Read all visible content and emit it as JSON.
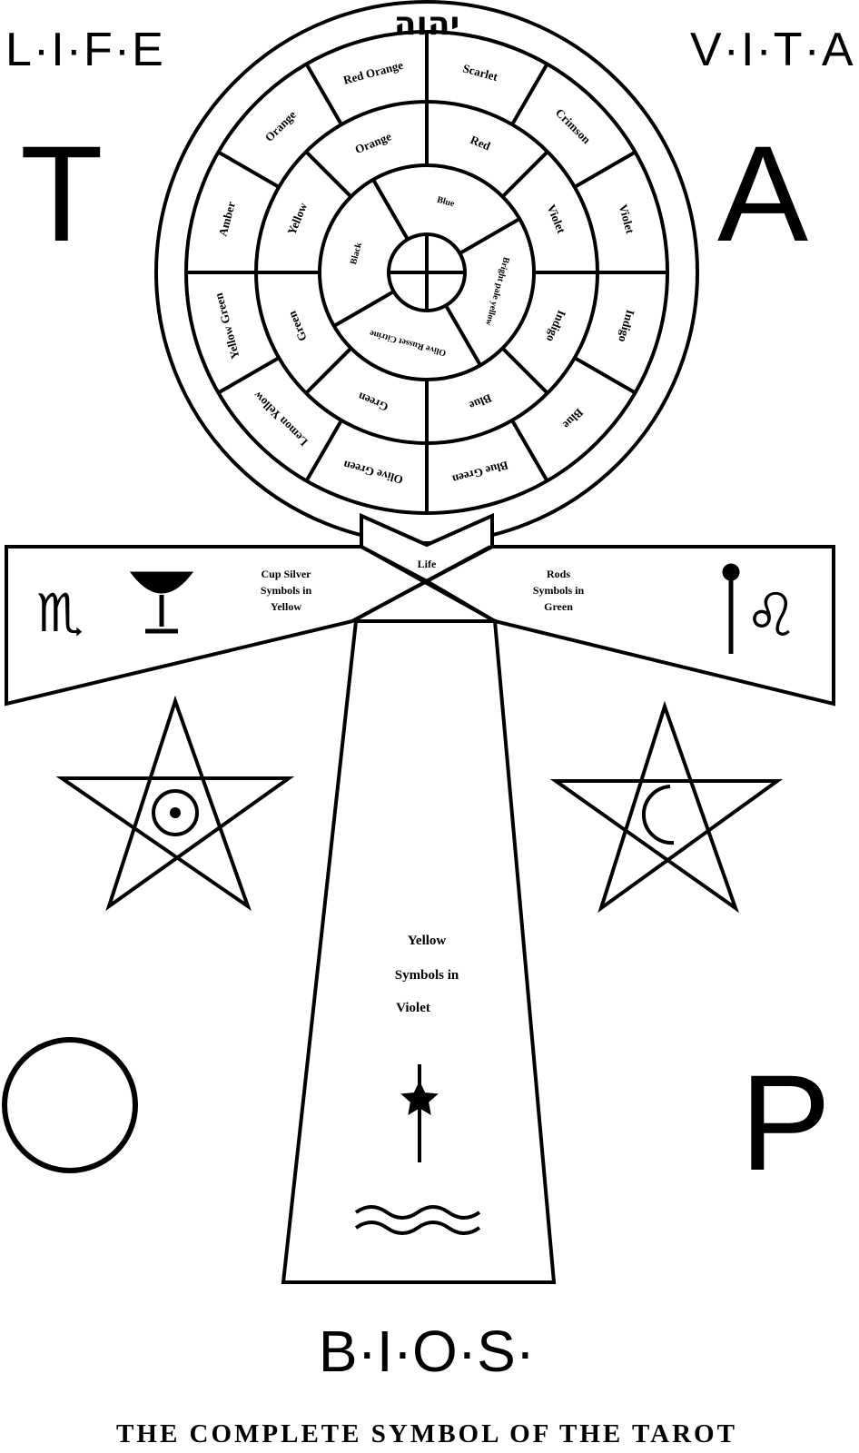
{
  "corners": {
    "top_left": "L·I·F·E",
    "top_right": "V·I·T·A·",
    "bottom": "B·I·O·S·"
  },
  "letters": {
    "t": "T",
    "a": "A",
    "o": "O",
    "p": "P"
  },
  "hebrew_top": "יהוה",
  "wheel": {
    "outer_ring": [
      "Scarlet",
      "Crimson",
      "Violet",
      "Indigo",
      "Blue",
      "Blue Green",
      "Olive Green",
      "Lemon Yellow",
      "Yellow Green",
      "Amber",
      "Orange",
      "Red Orange"
    ],
    "middle_ring": [
      "Red",
      "Violet",
      "Indigo",
      "Blue",
      "Green",
      "Green",
      "Yellow",
      "Orange"
    ],
    "inner_ring": [
      "Bright pale yellow",
      "Olive Russet Citrine",
      "Black",
      "Blue"
    ]
  },
  "crossbar": {
    "left_text": [
      "Cup Silver",
      "Symbols in",
      "Yellow"
    ],
    "right_text": [
      "Rods",
      "Symbols in",
      "Green"
    ],
    "center_text": "Life",
    "left_sign": "♏",
    "right_sign": "♌"
  },
  "stem_text": [
    "Yellow",
    "Symbols in",
    "Violet"
  ],
  "caption": "THE COMPLETE SYMBOL OF THE TAROT"
}
